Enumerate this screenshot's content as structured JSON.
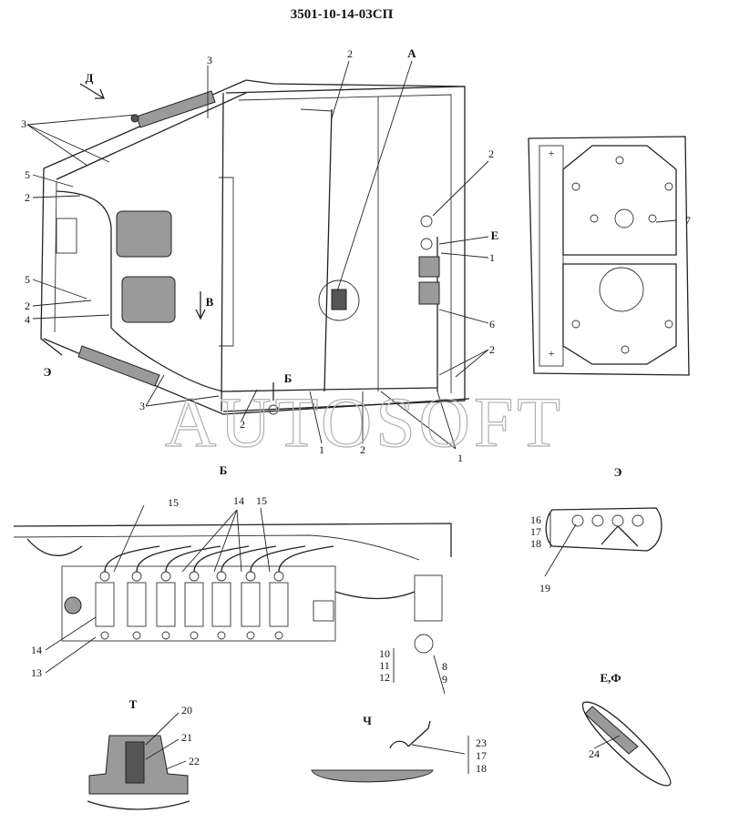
{
  "document": {
    "code": "3501-10-14-03СП",
    "watermark": "AUTOSOFT"
  },
  "main_view": {
    "view_letters": {
      "a": "А",
      "d": "Д",
      "e": "Е",
      "v": "В",
      "b": "Б",
      "e_rev": "Э"
    },
    "callouts": {
      "c3_top": "3",
      "c3_left": "3",
      "c5_upper": "5",
      "c2_upper_left": "2",
      "c5_lower": "5",
      "c2_lower_left": "2",
      "c4": "4",
      "c3_bottom": "3",
      "c2_bottom_a": "2",
      "c1_bottom_a": "1",
      "c2_bottom_b": "2",
      "c1_bottom_b": "1",
      "c2_top": "2",
      "c2_right_top": "2",
      "c1_right": "1",
      "c6": "6",
      "c2_right_low": "2"
    }
  },
  "panel_detail": {
    "callout": "7"
  },
  "view_b": {
    "title": "Б",
    "callouts": {
      "c15_left": "15",
      "c14_top": "14",
      "c15_right": "15",
      "c14_side": "14",
      "c13": "13",
      "c10": "10",
      "c11": "11",
      "c12": "12",
      "c8": "8",
      "c9": "9"
    }
  },
  "view_e": {
    "title": "Э",
    "callouts": {
      "c16": "16",
      "c17": "17",
      "c18": "18",
      "c19": "19"
    }
  },
  "view_t": {
    "title": "Т",
    "callouts": {
      "c20": "20",
      "c21": "21",
      "c22": "22"
    }
  },
  "view_ch": {
    "title": "Ч",
    "callouts": {
      "c23": "23",
      "c17": "17",
      "c18": "18"
    }
  },
  "view_ef": {
    "title": "Е,Ф",
    "callout": "24"
  }
}
